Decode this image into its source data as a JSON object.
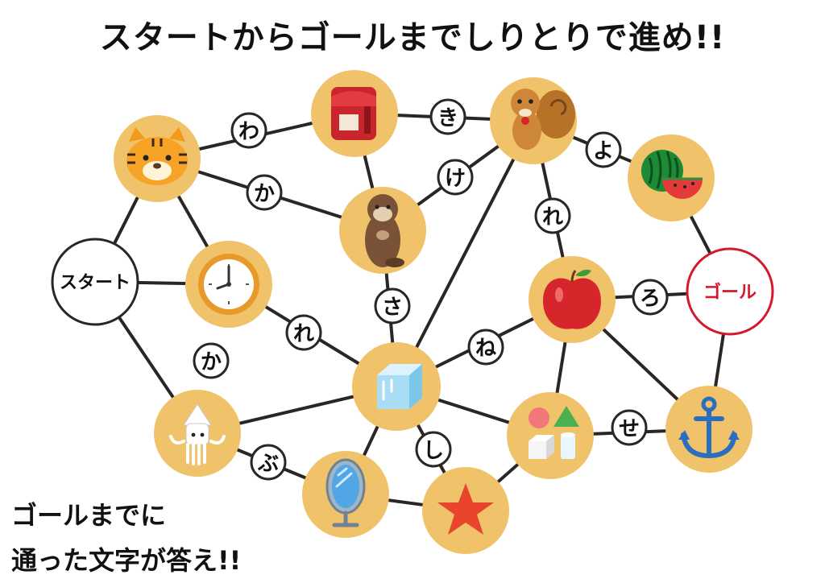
{
  "title": "スタートからゴールまでしりとりで進め!!",
  "instructions": {
    "line1": "ゴールまでに",
    "line2": "通った文字が答え!!"
  },
  "nodes": {
    "start": "スタート",
    "goal": "ゴール",
    "pictures": [
      "tiger-icon",
      "randoseru-icon",
      "squirrel-icon",
      "watermelon-icon",
      "sea-otter-icon",
      "clock-icon",
      "apple-icon",
      "ice-icon",
      "squid-icon",
      "shapes-icon",
      "anchor-icon",
      "mirror-icon",
      "star-icon"
    ]
  },
  "letters": {
    "wa": "わ",
    "ki": "き",
    "yo": "よ",
    "ka_top": "か",
    "ke": "け",
    "re_right": "れ",
    "ro": "ろ",
    "sa": "さ",
    "re_left": "れ",
    "ne": "ね",
    "ka_left": "か",
    "se": "せ",
    "shi": "し",
    "bu": "ぶ"
  },
  "colors": {
    "node_fill": "#f0c36a",
    "goal_border": "#d6182b",
    "goal_text": "#d6182b",
    "edge": "#2b2623"
  }
}
